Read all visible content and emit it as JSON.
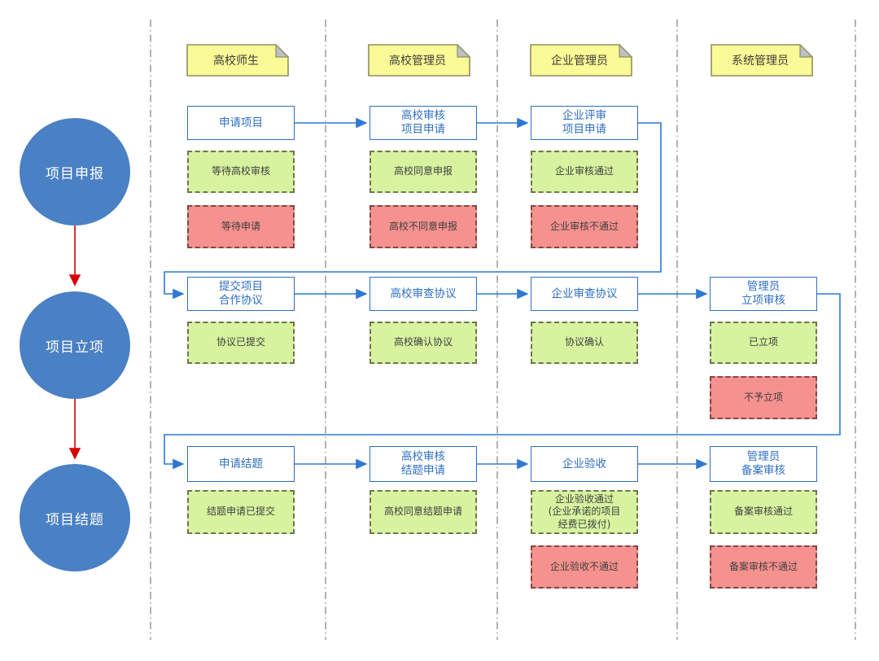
{
  "diagram_type": "swimlane-flowchart",
  "colors": {
    "process_border": "#2e6fc0",
    "process_text": "#2e6fc0",
    "connector_blue": "#2e78d2",
    "phase_circle_fill": "#4a80c4",
    "phase_circle_text": "#ffffff",
    "phase_arrow_red": "#d40000",
    "green_status_fill": "#d7f3a0",
    "green_status_border": "#6f7550",
    "red_status_fill": "#f5918e",
    "red_status_border": "#7e4744",
    "note_fill": "#fafa96",
    "note_border": "#8f8f5f",
    "note_fold": "#bcc0c7",
    "lane_line": "#a0a0a0",
    "status_text": "#3f3f3f"
  },
  "phases": [
    {
      "label": "项目申报"
    },
    {
      "label": "项目立项"
    },
    {
      "label": "项目结题"
    }
  ],
  "lanes": [
    {
      "header": "高校师生"
    },
    {
      "header": "高校管理员"
    },
    {
      "header": "企业管理员"
    },
    {
      "header": "系统管理员"
    }
  ],
  "cells": {
    "r1c1": {
      "process": "申请项目",
      "green": "等待高校审核",
      "red": "等待申请"
    },
    "r1c2": {
      "process": "高校审核\n项目申请",
      "green": "高校同意申报",
      "red": "高校不同意申报"
    },
    "r1c3": {
      "process": "企业评审\n项目申请",
      "green": "企业审核通过",
      "red": "企业审核不通过"
    },
    "r2c1": {
      "process": "提交项目\n合作协议",
      "green": "协议已提交"
    },
    "r2c2": {
      "process": "高校审查协议",
      "green": "高校确认协议"
    },
    "r2c3": {
      "process": "企业审查协议",
      "green": "协议确认"
    },
    "r2c4": {
      "process": "管理员\n立项审核",
      "green": "已立项",
      "red": "不予立项"
    },
    "r3c1": {
      "process": "申请结题",
      "green": "结题申请已提交"
    },
    "r3c2": {
      "process": "高校审核\n结题申请",
      "green": "高校同意结题申请"
    },
    "r3c3": {
      "process": "企业验收",
      "green": "企业验收通过\n(企业承诺的项目\n经费已拨付)",
      "red": "企业验收不通过"
    },
    "r3c4": {
      "process": "管理员\n备案审核",
      "green": "备案审核通过",
      "red": "备案审核不通过"
    }
  }
}
